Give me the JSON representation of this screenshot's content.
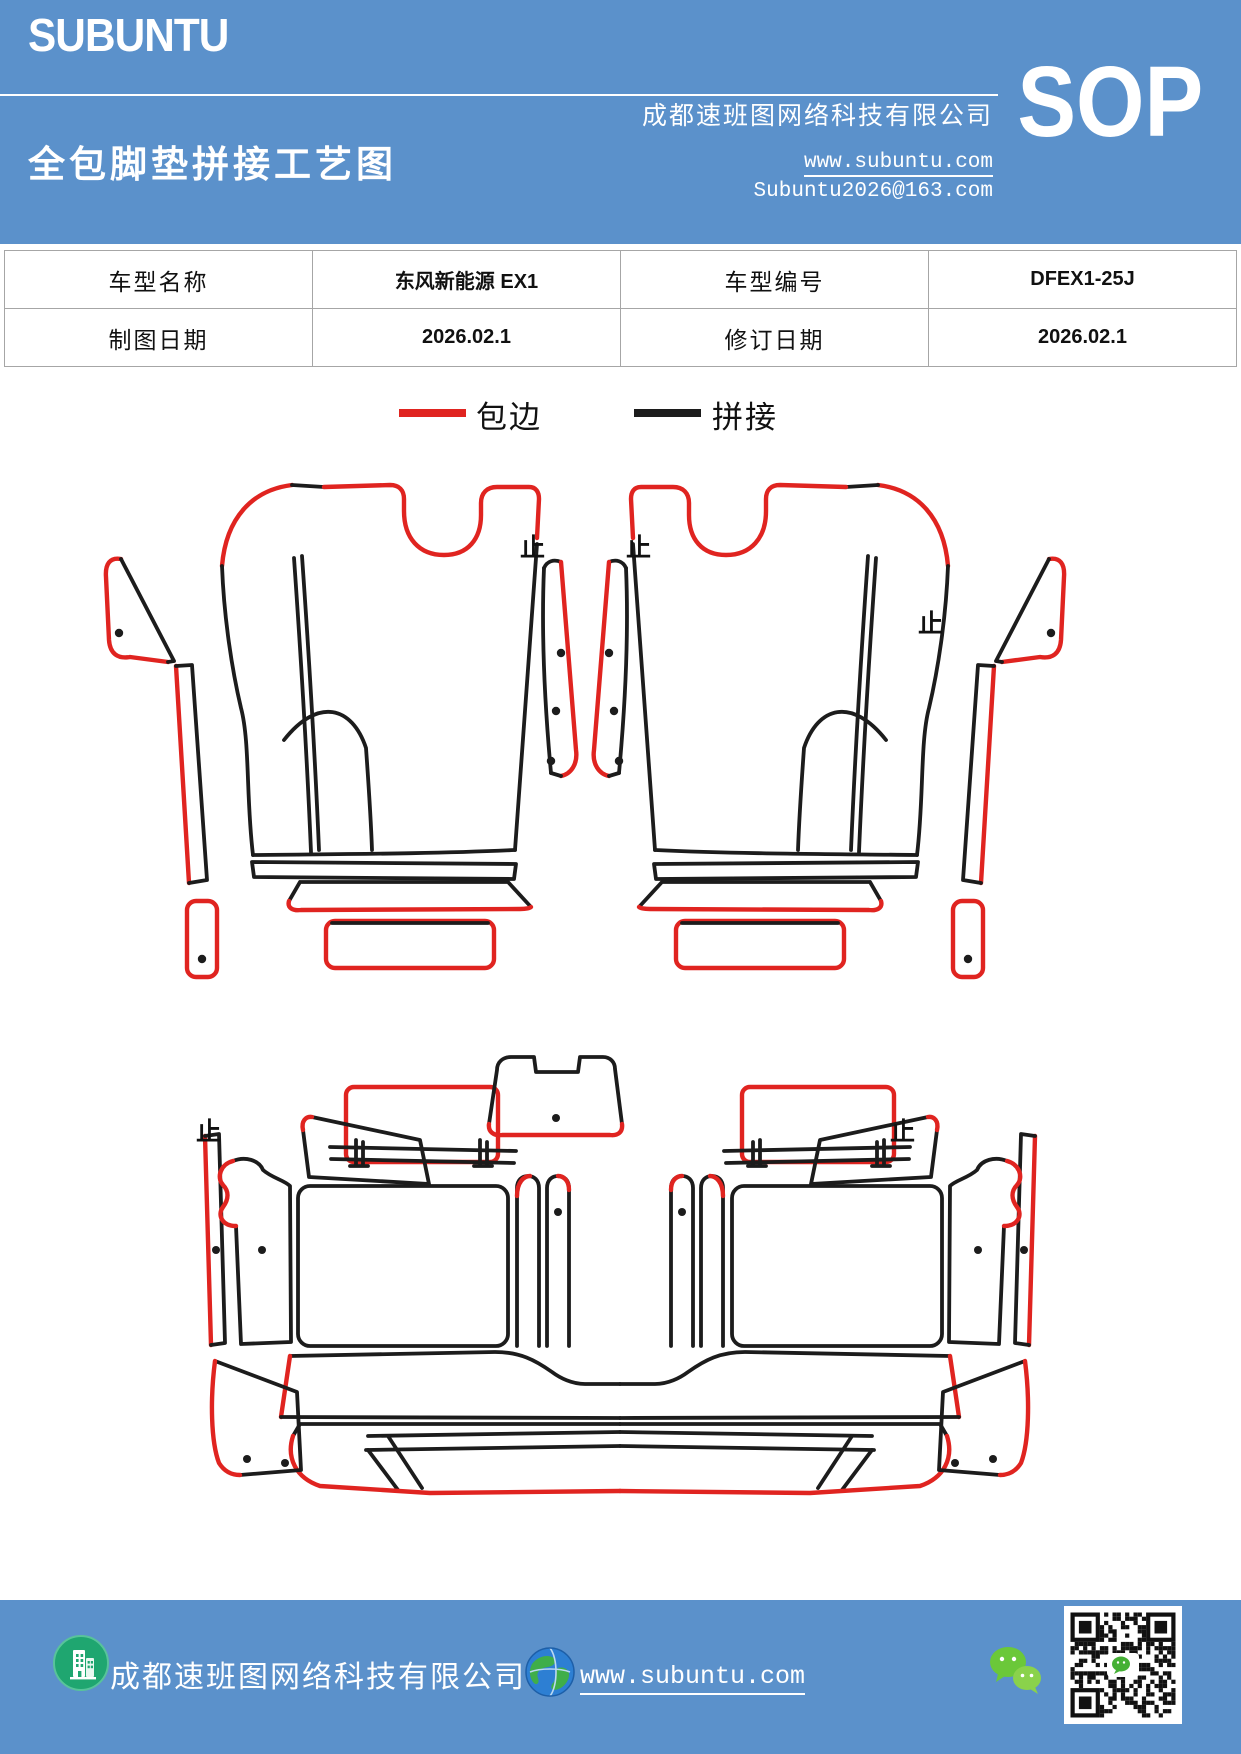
{
  "header": {
    "logo": "SUBUNTU",
    "title": "全包脚垫拼接工艺图",
    "company": "成都速班图网络科技有限公司",
    "website": "www.subuntu.com",
    "email": "Subuntu2026@163.com",
    "badge": "SOP"
  },
  "info_table": {
    "rows": [
      [
        "车型名称",
        "东风新能源 EX1",
        "车型编号",
        "DFEX1-25J"
      ],
      [
        "制图日期",
        "2026.02.1",
        "修订日期",
        "2026.02.1"
      ]
    ]
  },
  "legend": {
    "edge": "包边",
    "splice": "拼接"
  },
  "diagram": {
    "stop_mark": "止"
  },
  "footer": {
    "company": "成都速班图网络科技有限公司",
    "website": "www.subuntu.com"
  },
  "colors": {
    "accent_blue": "#5b91cb",
    "edge_red": "#e02420",
    "splice_black": "#1c1c1c",
    "table_border": "#a6a6a6",
    "building_green": "#1fa670",
    "wechat_green": "#6bc839",
    "globe_blue": "#2d7fd3",
    "qr_dark": "#111111"
  }
}
